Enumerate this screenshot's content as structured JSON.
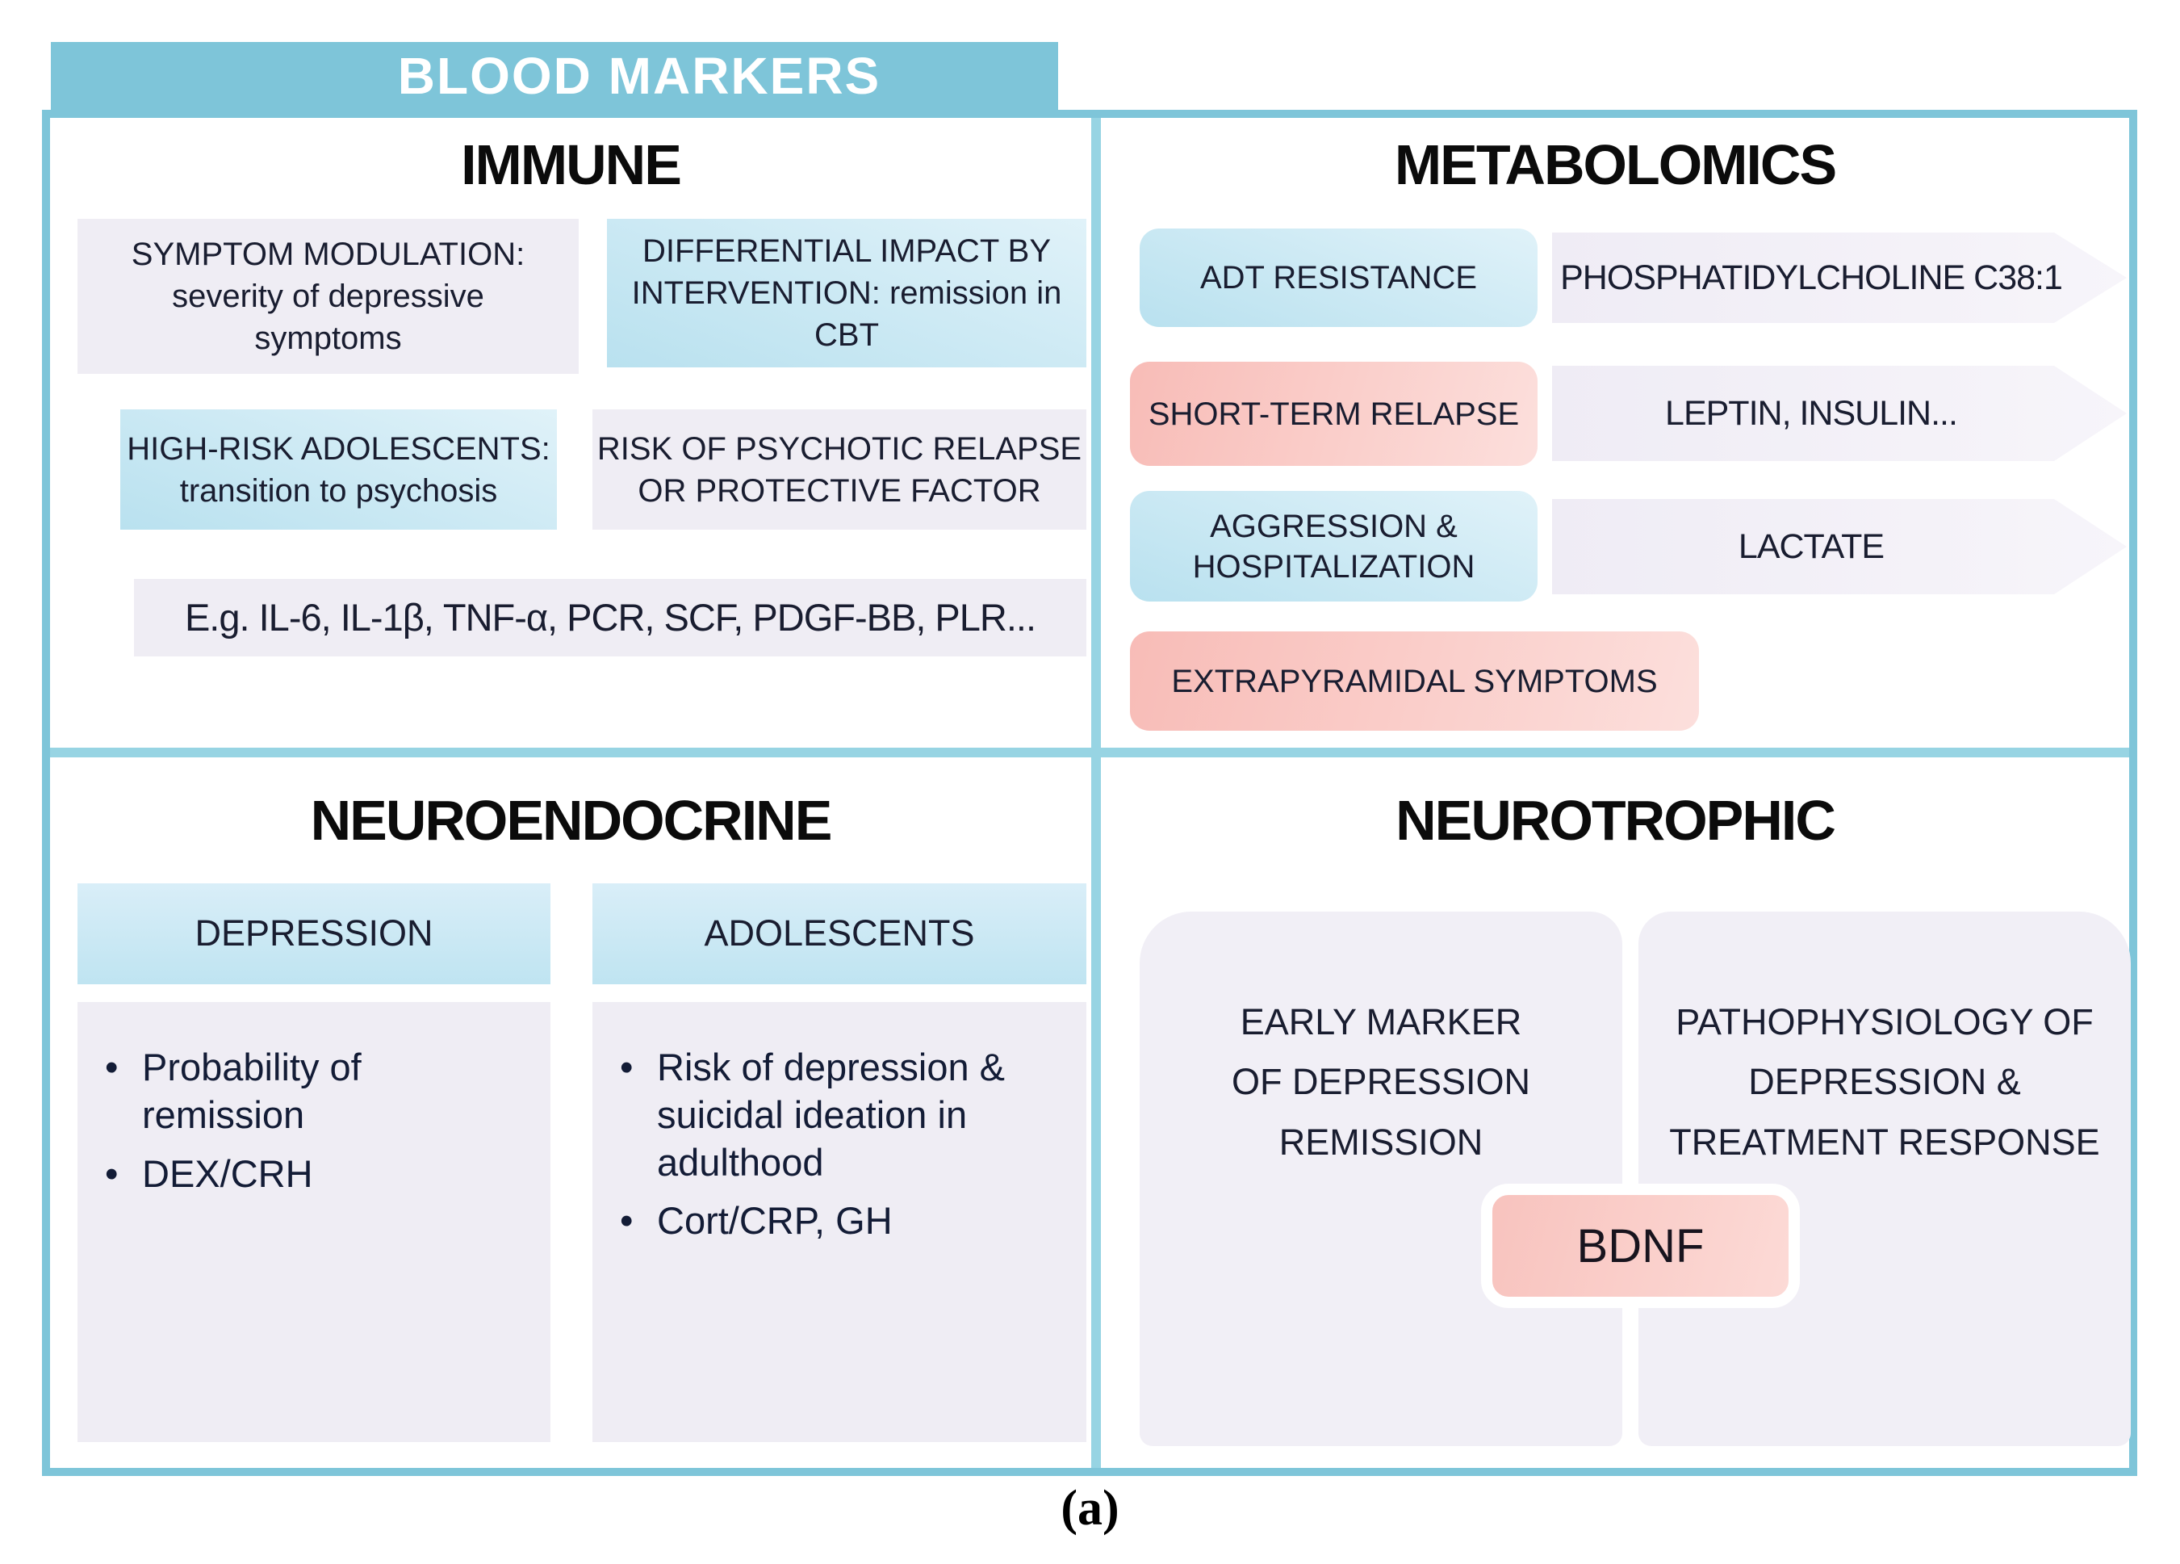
{
  "title": "BLOOD MARKERS",
  "caption": "(a)",
  "colors": {
    "frame_blue": "#7ec5d9",
    "divider_blue": "#97d4e3",
    "box_blue_light": "#d9eef8",
    "box_blue_dark": "#b9e1ef",
    "box_lavender": "#efedf4",
    "box_pink_dark": "#f8bcb7",
    "box_pink_light": "#fcdfdc",
    "arrow_lavender": "#f2eff6",
    "bdnf_pink": "#f8c3be",
    "text_dark": "#191d30",
    "title_text": "#ffffff"
  },
  "quadrants": {
    "immune": {
      "heading": "IMMUNE",
      "boxes": [
        {
          "lines": [
            "SYMPTOM MODULATION:",
            "severity of depressive",
            "symptoms"
          ]
        },
        {
          "lines": [
            "DIFFERENTIAL IMPACT BY",
            "INTERVENTION: remission in CBT"
          ]
        },
        {
          "lines": [
            "HIGH-RISK ADOLESCENTS:",
            "transition to psychosis"
          ]
        },
        {
          "lines": [
            "RISK OF PSYCHOTIC RELAPSE",
            "OR PROTECTIVE FACTOR"
          ]
        },
        {
          "lines": [
            "E.g. IL-6, IL-1β, TNF-α, PCR, SCF, PDGF-BB, PLR..."
          ]
        }
      ]
    },
    "metabolomics": {
      "heading": "METABOLOMICS",
      "rows": [
        {
          "label_lines": [
            "ADT RESISTANCE"
          ],
          "arrow": "PHOSPHATIDYLCHOLINE C38:1"
        },
        {
          "label_lines": [
            "SHORT-TERM RELAPSE"
          ],
          "arrow": "LEPTIN, INSULIN..."
        },
        {
          "label_lines": [
            "AGGRESSION &",
            "HOSPITALIZATION"
          ],
          "arrow": "LACTATE"
        },
        {
          "label_lines": [
            "EXTRAPYRAMIDAL SYMPTOMS"
          ],
          "arrow": null
        }
      ]
    },
    "neuroendocrine": {
      "heading": "NEUROENDOCRINE",
      "columns": [
        {
          "header": "DEPRESSION",
          "bullets": [
            "Probability of remission",
            "DEX/CRH"
          ]
        },
        {
          "header": "ADOLESCENTS",
          "bullets": [
            "Risk of depression & suicidal ideation in adulthood",
            "Cort/CRP, GH"
          ]
        }
      ]
    },
    "neurotrophic": {
      "heading": "NEUROTROPHIC",
      "boxes": [
        {
          "lines": [
            "EARLY MARKER",
            "OF DEPRESSION",
            "REMISSION"
          ]
        },
        {
          "lines": [
            "PATHOPHYSIOLOGY OF",
            "DEPRESSION &",
            "TREATMENT RESPONSE"
          ]
        }
      ],
      "center_label": "BDNF"
    },
    "bullet_glyph": "•"
  }
}
